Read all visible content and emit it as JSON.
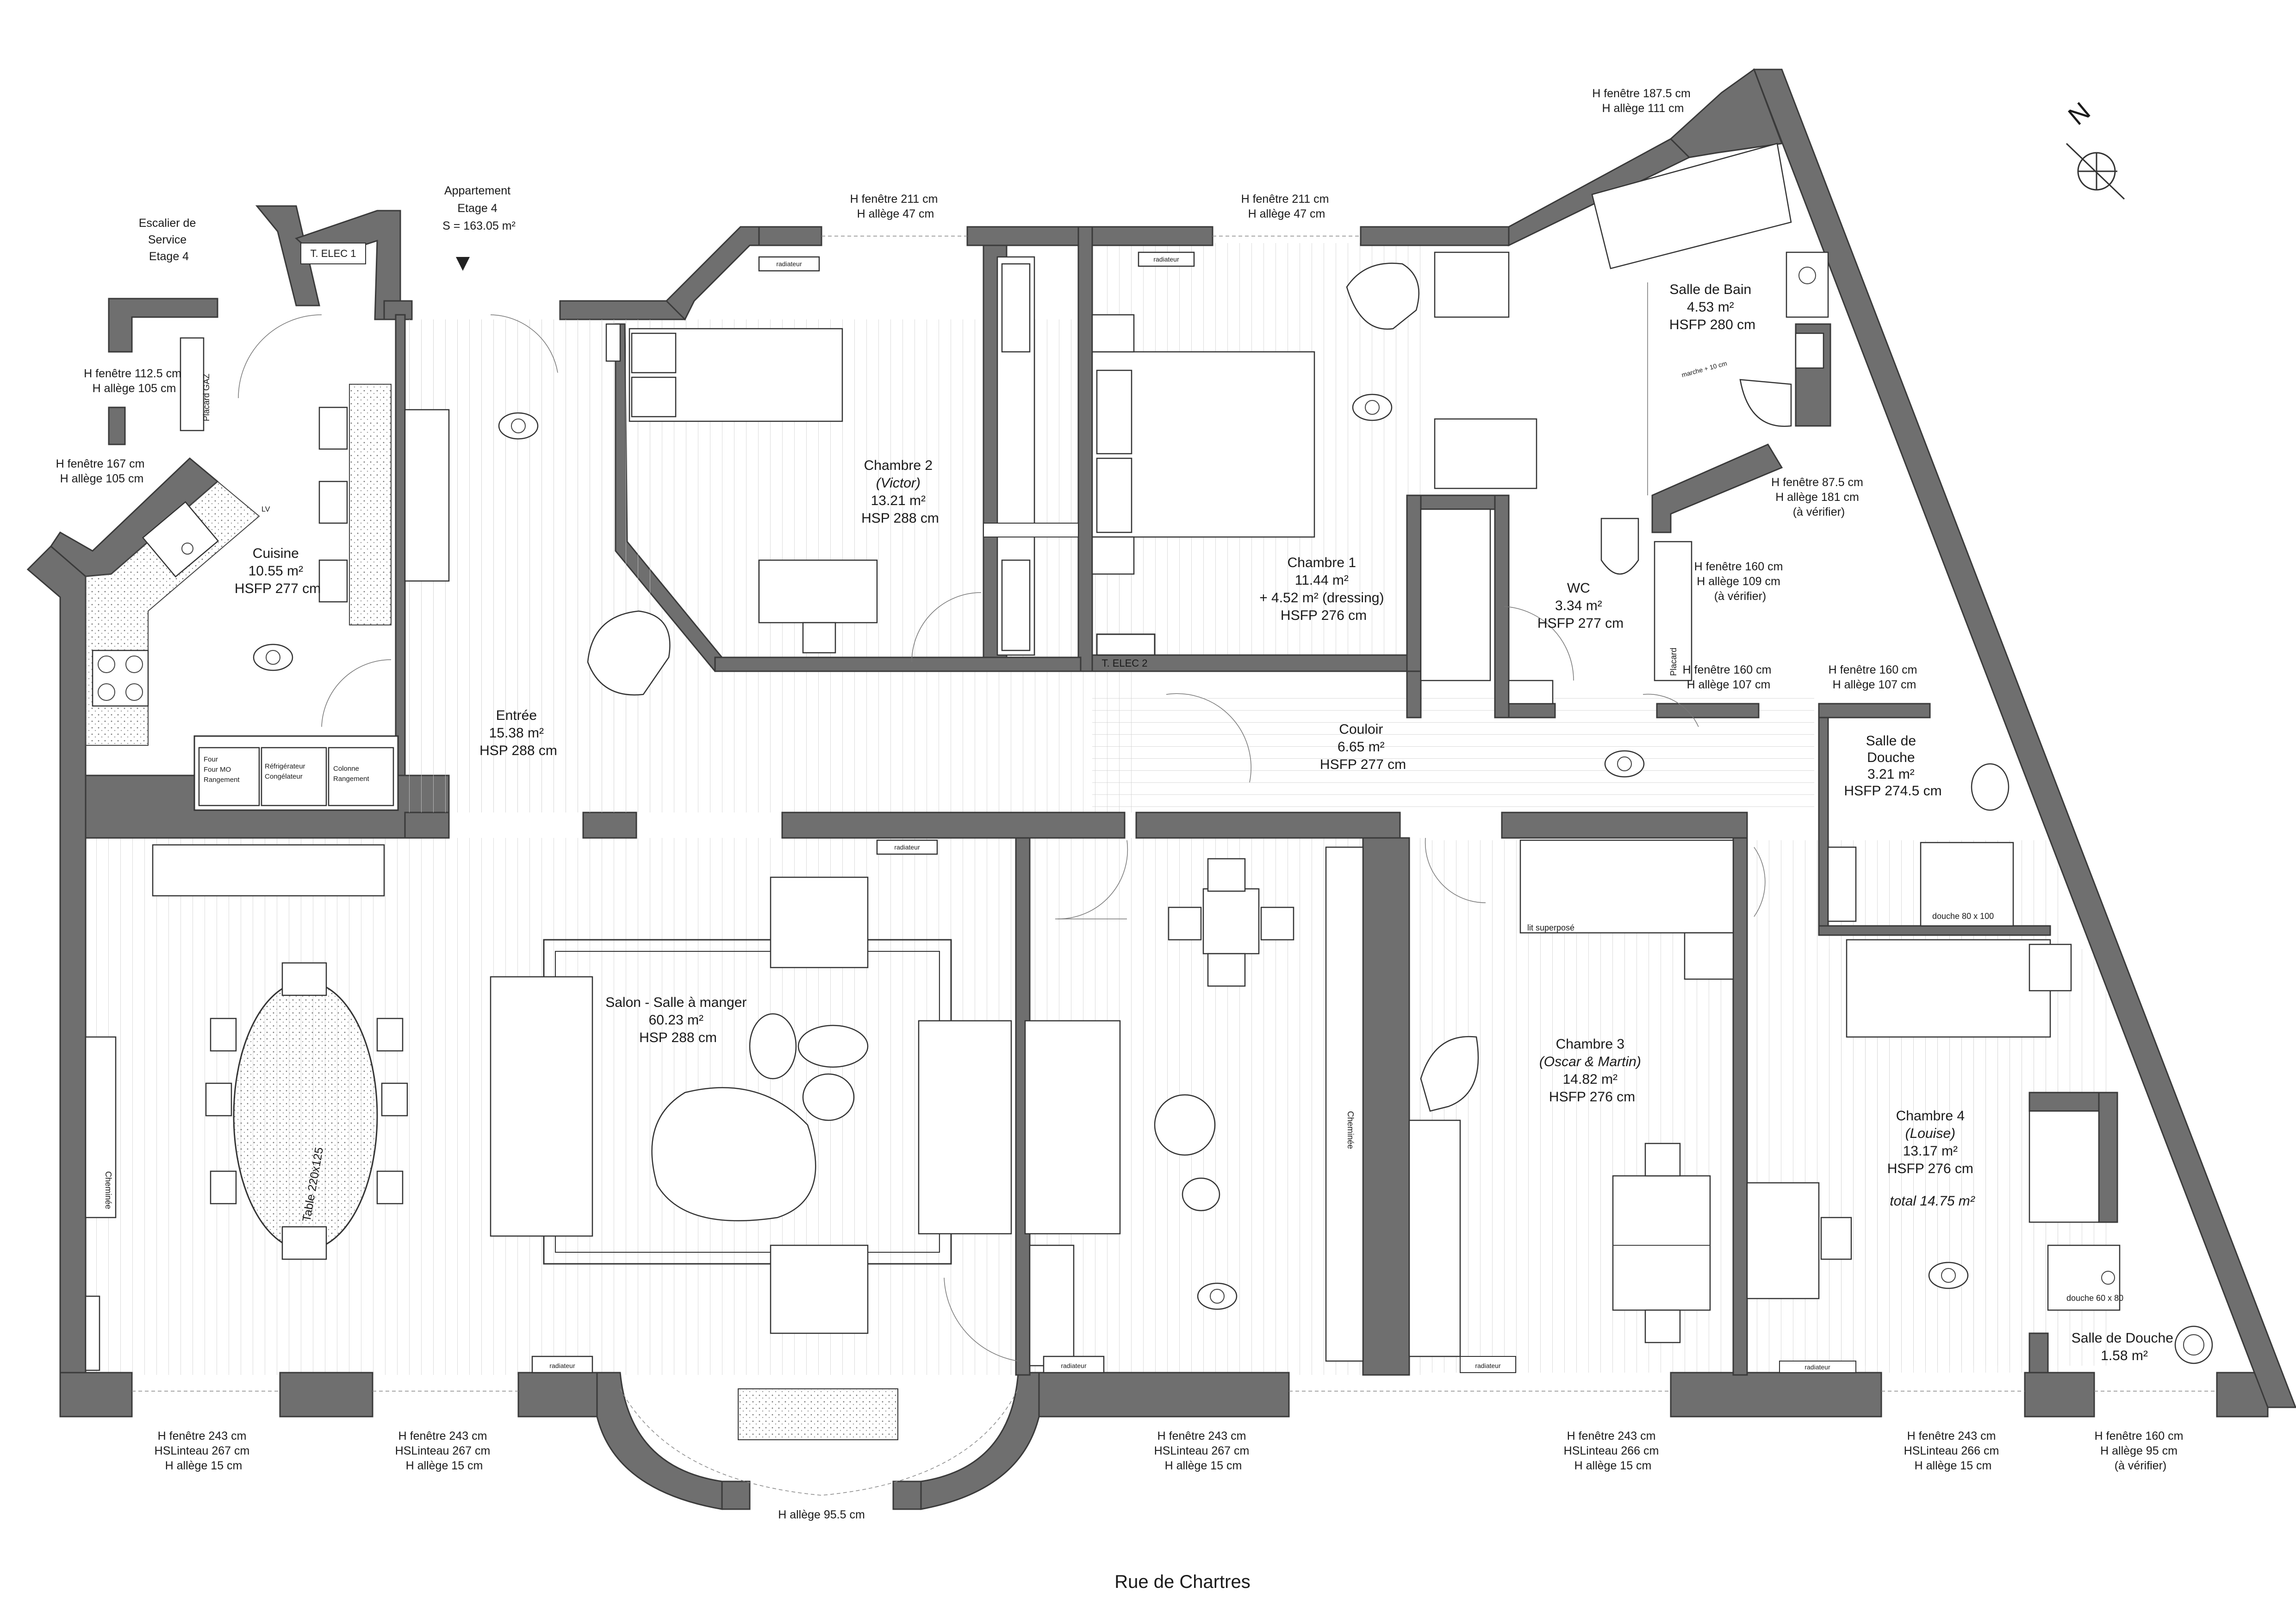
{
  "labels": {
    "escalier": [
      "Escalier de",
      "Service",
      "Etage 4"
    ],
    "appartement": [
      "Appartement",
      "Etage 4",
      "S = 163.05 m²"
    ],
    "t_elec_1": "T. ELEC 1",
    "t_elec_2": "T. ELEC 2",
    "north": "N",
    "street": "Rue de Chartres",
    "placard_gaz": "Placard GAZ",
    "placard": "Placard",
    "cheminee": "Cheminée",
    "table": "Table 220x125",
    "lit_superpose": "lit superposé",
    "douche_80": "douche 80 x 100",
    "douche_60": "douche 60 x 80",
    "marche": "marche + 10 cm",
    "radiateur": "radiateur",
    "appliances": {
      "four": [
        "Four",
        "Four MO",
        "Rangement"
      ],
      "frigo": [
        "Réfrigérateur",
        "Congélateur"
      ],
      "colonne": [
        "Colonne",
        "Rangement"
      ]
    },
    "lv": "LV"
  },
  "rooms": {
    "cuisine": [
      "Cuisine",
      "10.55 m²",
      "HSFP 277 cm"
    ],
    "entree": [
      "Entrée",
      "15.38 m²",
      "HSP 288 cm"
    ],
    "chambre2": [
      "Chambre 2",
      "(Victor)",
      "13.21 m²",
      "HSP 288 cm"
    ],
    "chambre1": [
      "Chambre 1",
      "11.44 m²",
      "+ 4.52 m² (dressing)",
      "HSFP 276 cm"
    ],
    "salle_bain": [
      "Salle de Bain",
      "4.53 m²",
      "HSFP 280 cm"
    ],
    "wc": [
      "WC",
      "3.34 m²",
      "HSFP 277 cm"
    ],
    "couloir": [
      "Couloir",
      "6.65 m²",
      "HSFP 277 cm"
    ],
    "salle_douche": [
      "Salle de",
      "Douche",
      "3.21 m²",
      "HSFP 274.5 cm"
    ],
    "salon": [
      "Salon - Salle à manger",
      "60.23 m²",
      "HSP 288 cm"
    ],
    "chambre3": [
      "Chambre 3",
      "(Oscar & Martin)",
      "14.82 m²",
      "HSFP 276 cm"
    ],
    "chambre4": [
      "Chambre 4",
      "(Louise)",
      "13.17 m²",
      "HSFP 276 cm",
      "total 14.75 m²"
    ],
    "salle_douche2": [
      "Salle de Douche",
      "1.58 m²"
    ]
  },
  "windows": {
    "w_kitchen1": [
      "H fenêtre 112.5 cm",
      "H allège 105 cm"
    ],
    "w_kitchen2": [
      "H fenêtre 167 cm",
      "H allège 105 cm"
    ],
    "w_ch2": [
      "H fenêtre 211 cm",
      "H allège 47 cm"
    ],
    "w_ch1": [
      "H fenêtre 211 cm",
      "H allège 47 cm"
    ],
    "w_bain_top": [
      "H fenêtre 187.5 cm",
      "H allège 111 cm"
    ],
    "w_bain_side": [
      "H fenêtre 87.5 cm",
      "H allège 181 cm",
      "(à vérifier)"
    ],
    "w_wc": [
      "H fenêtre 160 cm",
      "H allège 109 cm",
      "(à vérifier)"
    ],
    "w_couloir1": [
      "H fenêtre 160 cm",
      "H allège 107 cm"
    ],
    "w_couloir2": [
      "H fenêtre 160 cm",
      "H allège 107 cm"
    ],
    "w_b1": [
      "H fenêtre 243 cm",
      "HSLinteau 267 cm",
      "H allège 15 cm"
    ],
    "w_b2": [
      "H fenêtre 243 cm",
      "HSLinteau 267 cm",
      "H allège 15 cm"
    ],
    "w_bay": [
      "H allège 95.5 cm"
    ],
    "w_b3": [
      "H fenêtre 243 cm",
      "HSLinteau 267 cm",
      "H allège 15 cm"
    ],
    "w_b4": [
      "H fenêtre 243 cm",
      "HSLinteau 266 cm",
      "H allège 15 cm"
    ],
    "w_b5": [
      "H fenêtre 243 cm",
      "HSLinteau 266 cm",
      "H allège 15 cm"
    ],
    "w_b6": [
      "H fenêtre 160 cm",
      "H allège 95 cm",
      "(à vérifier)"
    ]
  }
}
